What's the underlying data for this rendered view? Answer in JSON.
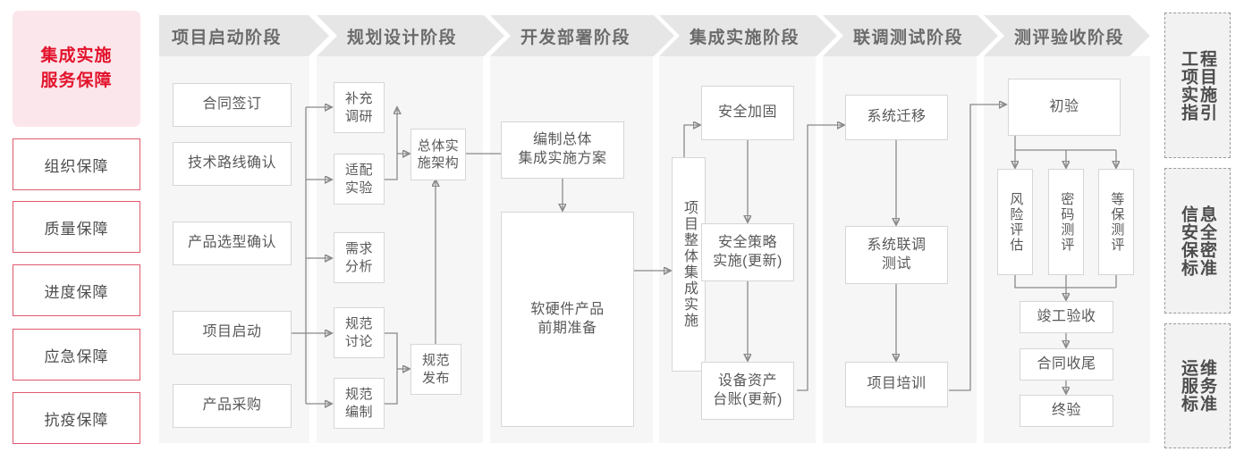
{
  "sidebar": {
    "title": "集成实施\n服务保障",
    "title_line1": "集成实施",
    "title_line2": "服务保障",
    "items": [
      {
        "label": "组织保障"
      },
      {
        "label": "质量保障"
      },
      {
        "label": "进度保障"
      },
      {
        "label": "应急保障"
      },
      {
        "label": "抗疫保障"
      }
    ],
    "colors": {
      "bg": "#fbe6eb",
      "text": "#e3122b",
      "border": "#e0596e"
    }
  },
  "phases": [
    {
      "id": "p1",
      "header": "项目启动阶段"
    },
    {
      "id": "p2",
      "header": "规划设计阶段"
    },
    {
      "id": "p3",
      "header": "开发部署阶段"
    },
    {
      "id": "p4",
      "header": "集成实施阶段"
    },
    {
      "id": "p5",
      "header": "联调测试阶段"
    },
    {
      "id": "p6",
      "header": "测评验收阶段"
    }
  ],
  "nodes": {
    "p1": [
      {
        "label": "合同签订"
      },
      {
        "label": "技术路线确认"
      },
      {
        "label": "产品选型确认"
      },
      {
        "label": "项目启动"
      },
      {
        "label": "产品采购"
      }
    ],
    "p2": [
      {
        "label": "补充\n调研",
        "l1": "补充",
        "l2": "调研"
      },
      {
        "label": "适配\n实验",
        "l1": "适配",
        "l2": "实验"
      },
      {
        "label": "需求\n分析",
        "l1": "需求",
        "l2": "分析"
      },
      {
        "label": "规范\n讨论",
        "l1": "规范",
        "l2": "讨论"
      },
      {
        "label": "规范\n编制",
        "l1": "规范",
        "l2": "编制"
      },
      {
        "label": "总体实\n施架构",
        "l1": "总体实",
        "l2": "施架构"
      },
      {
        "label": "规范\n发布",
        "l1": "规范",
        "l2": "发布"
      }
    ],
    "p3": [
      {
        "label": "编制总体\n集成实施方案",
        "l1": "编制总体",
        "l2": "集成实施方案"
      },
      {
        "label": "软硬件产品\n前期准备",
        "l1": "软硬件产品",
        "l2": "前期准备"
      }
    ],
    "p4": [
      {
        "label": "项目整体集成实施"
      },
      {
        "label": "安全加固"
      },
      {
        "label": "安全策略\n实施(更新)",
        "l1": "安全策略",
        "l2": "实施(更新)"
      },
      {
        "label": "设备资产\n台账(更新)",
        "l1": "设备资产",
        "l2": "台账(更新)"
      }
    ],
    "p5": [
      {
        "label": "系统迁移"
      },
      {
        "label": "系统联调\n测试",
        "l1": "系统联调",
        "l2": "测试"
      },
      {
        "label": "项目培训"
      }
    ],
    "p6": [
      {
        "label": "初验"
      },
      {
        "label": "风险评估"
      },
      {
        "label": "密码测评"
      },
      {
        "label": "等保测评"
      },
      {
        "label": "竣工验收"
      },
      {
        "label": "合同收尾"
      },
      {
        "label": "终验"
      }
    ]
  },
  "rail": [
    {
      "right_col": "程目施引",
      "left_col": "工项实指",
      "full": "工程项目实施指引"
    },
    {
      "right_col": "息全密准",
      "left_col": "信安保标",
      "full": "信息安全保密标准"
    },
    {
      "right_col": "维务准",
      "left_col": "运服标",
      "full": "运维服务标准"
    }
  ]
}
